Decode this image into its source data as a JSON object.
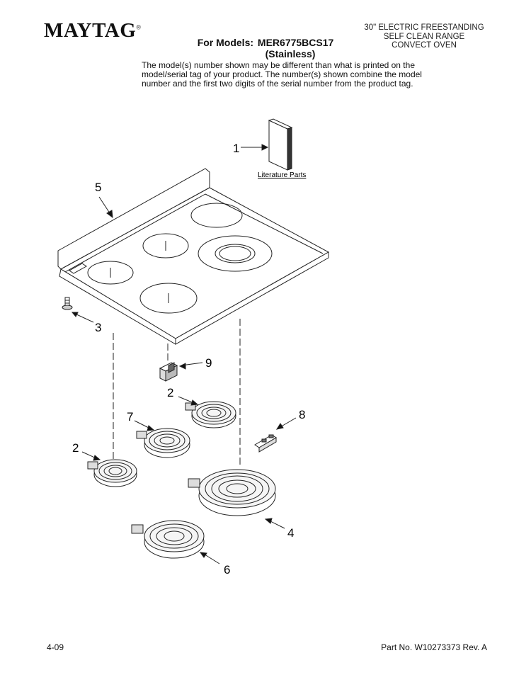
{
  "header": {
    "brand": "MAYTAG",
    "brand_mark": "®",
    "product_lines": [
      "30\" ELECTRIC FREESTANDING",
      "SELF CLEAN RANGE",
      "CONVECT OVEN"
    ],
    "models_label": "For Models:",
    "models_value": "MER6775BCS17",
    "models_finish": "(Stainless)"
  },
  "note": "The model(s) number shown may be different than what is printed on the model/serial tag of your product. The number(s) shown combine the model number and the first two digits of the serial number from the product tag.",
  "diagram": {
    "literature_label": "Literature Parts",
    "callouts": [
      "1",
      "5",
      "3",
      "9",
      "2",
      "7",
      "8",
      "2",
      "4",
      "6"
    ]
  },
  "footer": {
    "date": "4-09",
    "part_number": "Part No. W10273373 Rev. A"
  }
}
